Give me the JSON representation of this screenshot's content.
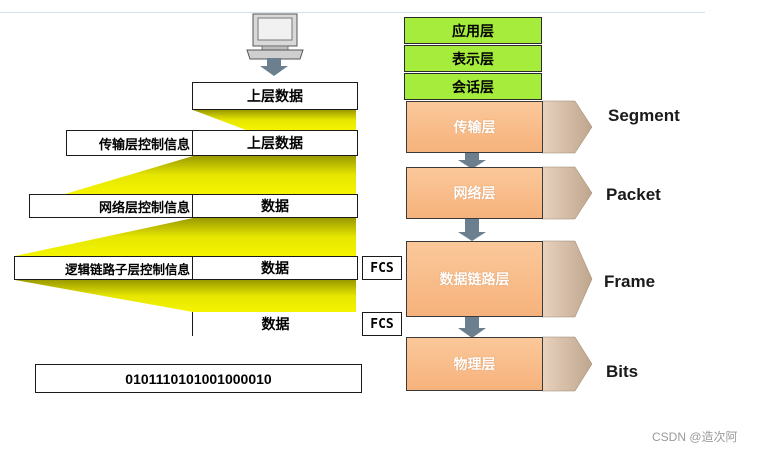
{
  "left": {
    "rows": [
      {
        "data_label": "上层数据"
      },
      {
        "control_label": "传输层控制信息",
        "data_label": "上层数据"
      },
      {
        "control_label": "网络层控制信息",
        "data_label": "数据"
      },
      {
        "control_label": "逻辑链路子层控制信息",
        "data_label": "数据",
        "fcs_label": "FCS"
      },
      {
        "data_label": "数据",
        "fcs_label": "FCS"
      }
    ],
    "bits_label": "0101110101001000010"
  },
  "right": {
    "upper_layers": [
      "应用层",
      "表示层",
      "会话层"
    ],
    "layers": [
      {
        "label": "传输层",
        "pdu": "Segment"
      },
      {
        "label": "网络层",
        "pdu": "Packet"
      },
      {
        "label": "数据链路层",
        "pdu": "Frame"
      },
      {
        "label": "物理层",
        "pdu": "Bits"
      }
    ]
  },
  "watermark": "CSDN @造次阿",
  "colors": {
    "yellow": "#e8e800",
    "green": "#a6ec3c",
    "peach": "#f8bb86",
    "arrow": "#6b7f8f"
  }
}
